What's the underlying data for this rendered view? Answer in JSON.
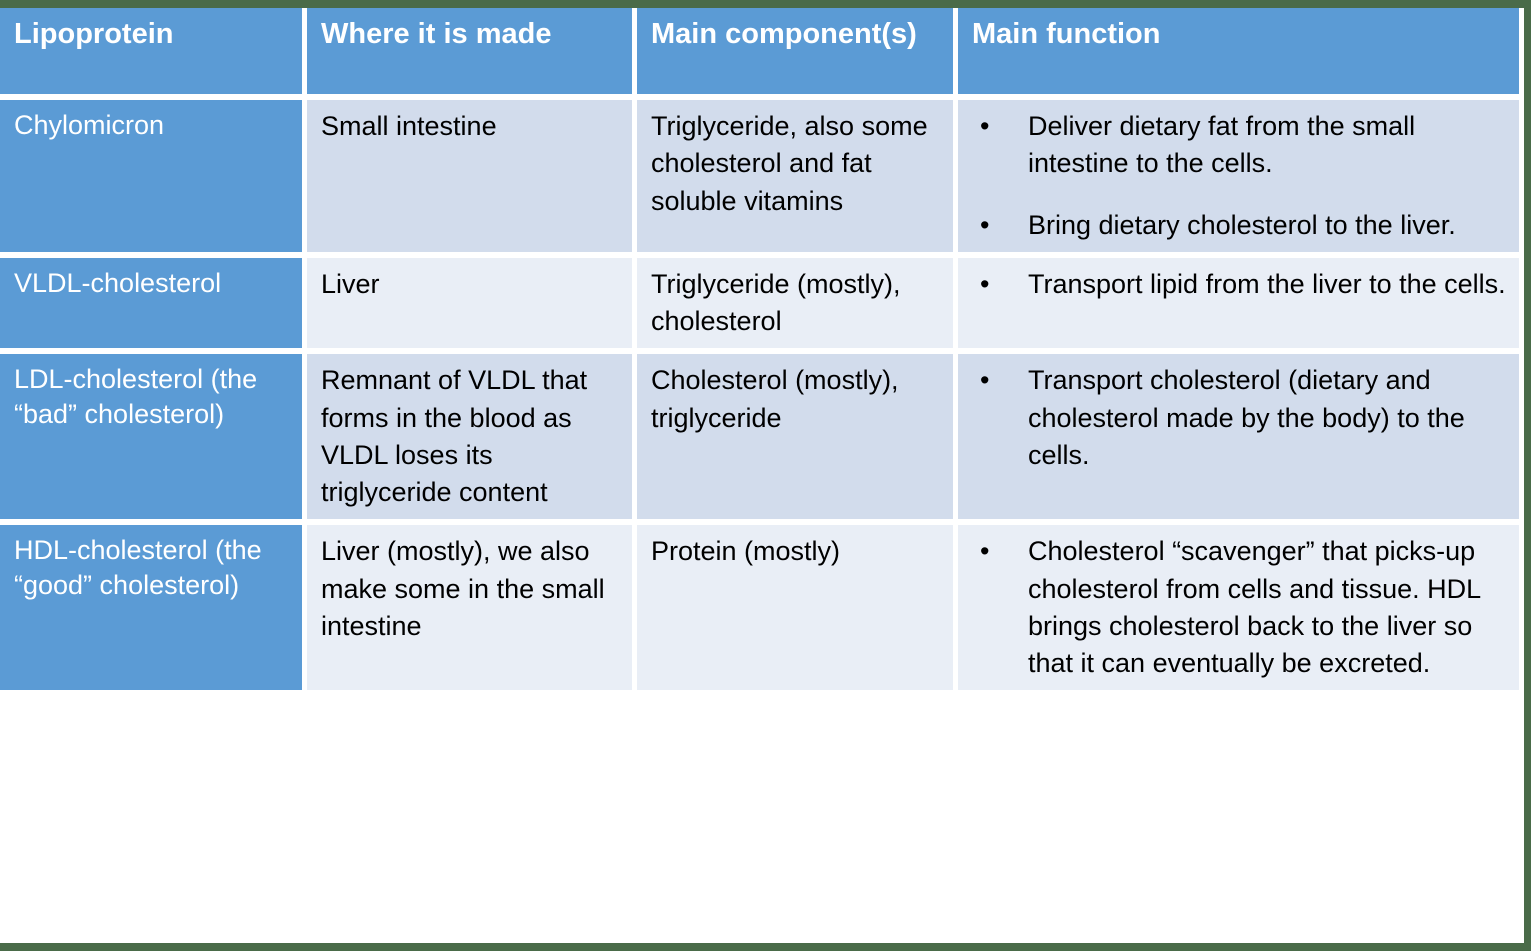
{
  "document": {
    "title": "Lipoprotein summary table",
    "type": "table"
  },
  "colors": {
    "frame_border": "#4a6b49",
    "header_background": "#5b9bd5",
    "header_text": "#ffffff",
    "label_column_background": "#5b9bd5",
    "label_column_text": "#ffffff",
    "row_tint_dark": "#d2dcec",
    "row_tint_light": "#e9eef6",
    "body_text": "#000000",
    "cell_gap": "#ffffff"
  },
  "table": {
    "columns": [
      {
        "key": "lipoprotein",
        "header": "Lipoprotein"
      },
      {
        "key": "where_made",
        "header": "Where it is made"
      },
      {
        "key": "main_components",
        "header": "Main component(s)"
      },
      {
        "key": "main_function",
        "header": "Main function"
      }
    ],
    "rows": [
      {
        "tint": "dark",
        "lipoprotein": "Chylomicron",
        "where_made": "Small intestine",
        "main_components": "Triglyceride, also some cholesterol and fat soluble vitamins",
        "main_function": [
          "Deliver dietary fat from the small intestine to the cells.",
          "Bring dietary cholesterol to the liver."
        ]
      },
      {
        "tint": "light",
        "lipoprotein": "VLDL-cholesterol",
        "where_made": "Liver",
        "main_components": "Triglyceride (mostly), cholesterol",
        "main_function": [
          "Transport lipid from the liver to the cells."
        ]
      },
      {
        "tint": "dark",
        "lipoprotein": "LDL-cholesterol (the “bad” cholesterol)",
        "where_made": "Remnant of VLDL that forms in the blood as VLDL loses its triglyceride content",
        "main_components": "Cholesterol (mostly), triglyceride",
        "main_function": [
          "Transport cholesterol (dietary and cholesterol made by the body) to the cells."
        ]
      },
      {
        "tint": "light",
        "lipoprotein": "HDL-cholesterol (the “good” cholesterol)",
        "where_made": "Liver (mostly), we also make some in the small intestine",
        "main_components": "Protein (mostly)",
        "main_function": [
          "Cholesterol “scavenger” that picks-up cholesterol from cells and tissue. HDL brings cholesterol back to the liver so that it can eventually be excreted."
        ]
      }
    ]
  },
  "bullet_glyph": "•"
}
